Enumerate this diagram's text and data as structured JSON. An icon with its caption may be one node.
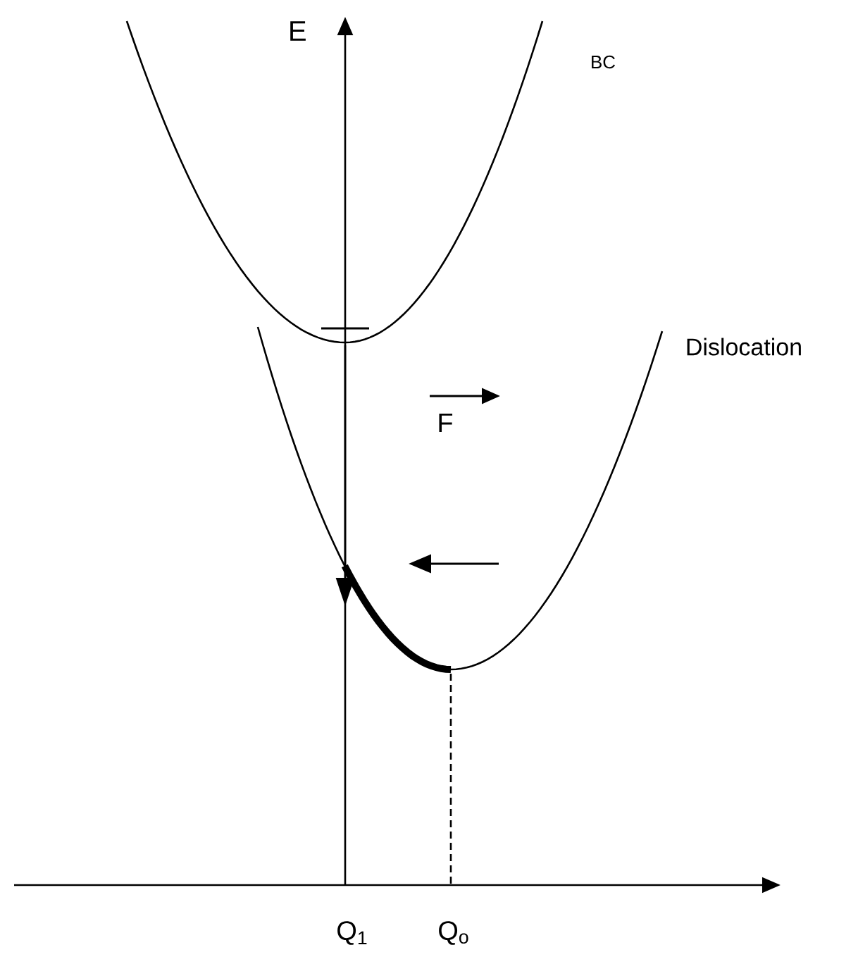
{
  "diagram": {
    "labels": [
      "E",
      "BC",
      "Dislocation",
      "F",
      "Q$_{1}$",
      "Q$_{o}$"
    ]
  }
}
